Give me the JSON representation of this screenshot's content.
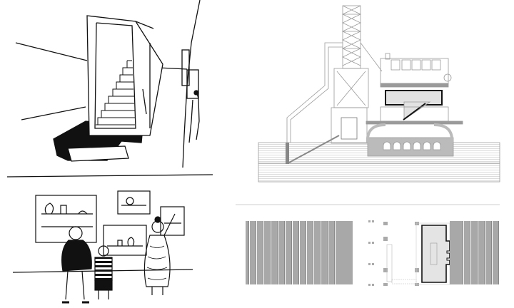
{
  "colors": {
    "background": "#ffffff",
    "ink": "#111111",
    "section_line": "#9a9a9a",
    "section_fill": "#e2e2e2",
    "plan_fill": "#a8a8a8",
    "divider": "#cfcfcf"
  },
  "panels": [
    {
      "kind": "sketch",
      "subject": "stair-box-perspective"
    },
    {
      "kind": "section-drawing",
      "subject": "building-section"
    },
    {
      "kind": "sketch",
      "subject": "museum-visitors"
    },
    {
      "kind": "plan-drawing",
      "subject": "floor-plan"
    }
  ]
}
